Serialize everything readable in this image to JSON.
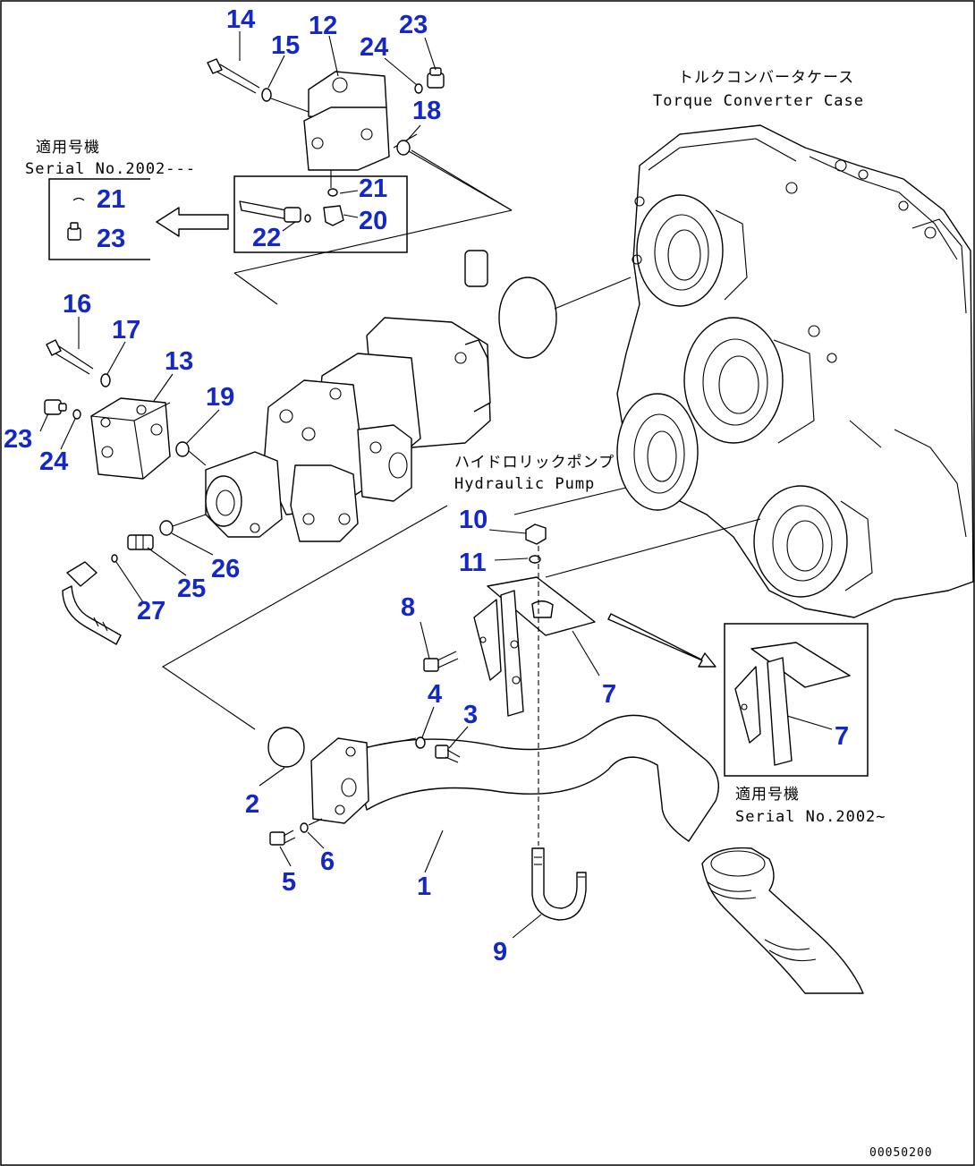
{
  "callouts": {
    "c1": "1",
    "c2": "2",
    "c3": "3",
    "c4": "4",
    "c5": "5",
    "c6": "6",
    "c7a": "7",
    "c7b": "7",
    "c8": "8",
    "c9": "9",
    "c10": "10",
    "c11": "11",
    "c12": "12",
    "c13": "13",
    "c14": "14",
    "c15": "15",
    "c16": "16",
    "c17": "17",
    "c18": "18",
    "c19": "19",
    "c20": "20",
    "c21a": "21",
    "c21b": "21",
    "c22": "22",
    "c23a": "23",
    "c23b": "23",
    "c23c": "23",
    "c24a": "24",
    "c24b": "24",
    "c25": "25",
    "c26": "26",
    "c27": "27"
  },
  "notes": {
    "torque_case_jp": "トルクコンバータケース",
    "torque_case_en": "Torque Converter Case",
    "pump_jp": "ハイドロリックポンプ",
    "pump_en": "Hydraulic Pump",
    "serial_left_jp": "適用号機",
    "serial_left_en": "Serial No.2002---",
    "serial_right_jp": "適用号機",
    "serial_right_en": "Serial No.2002~"
  },
  "drawing_number": "00050200"
}
